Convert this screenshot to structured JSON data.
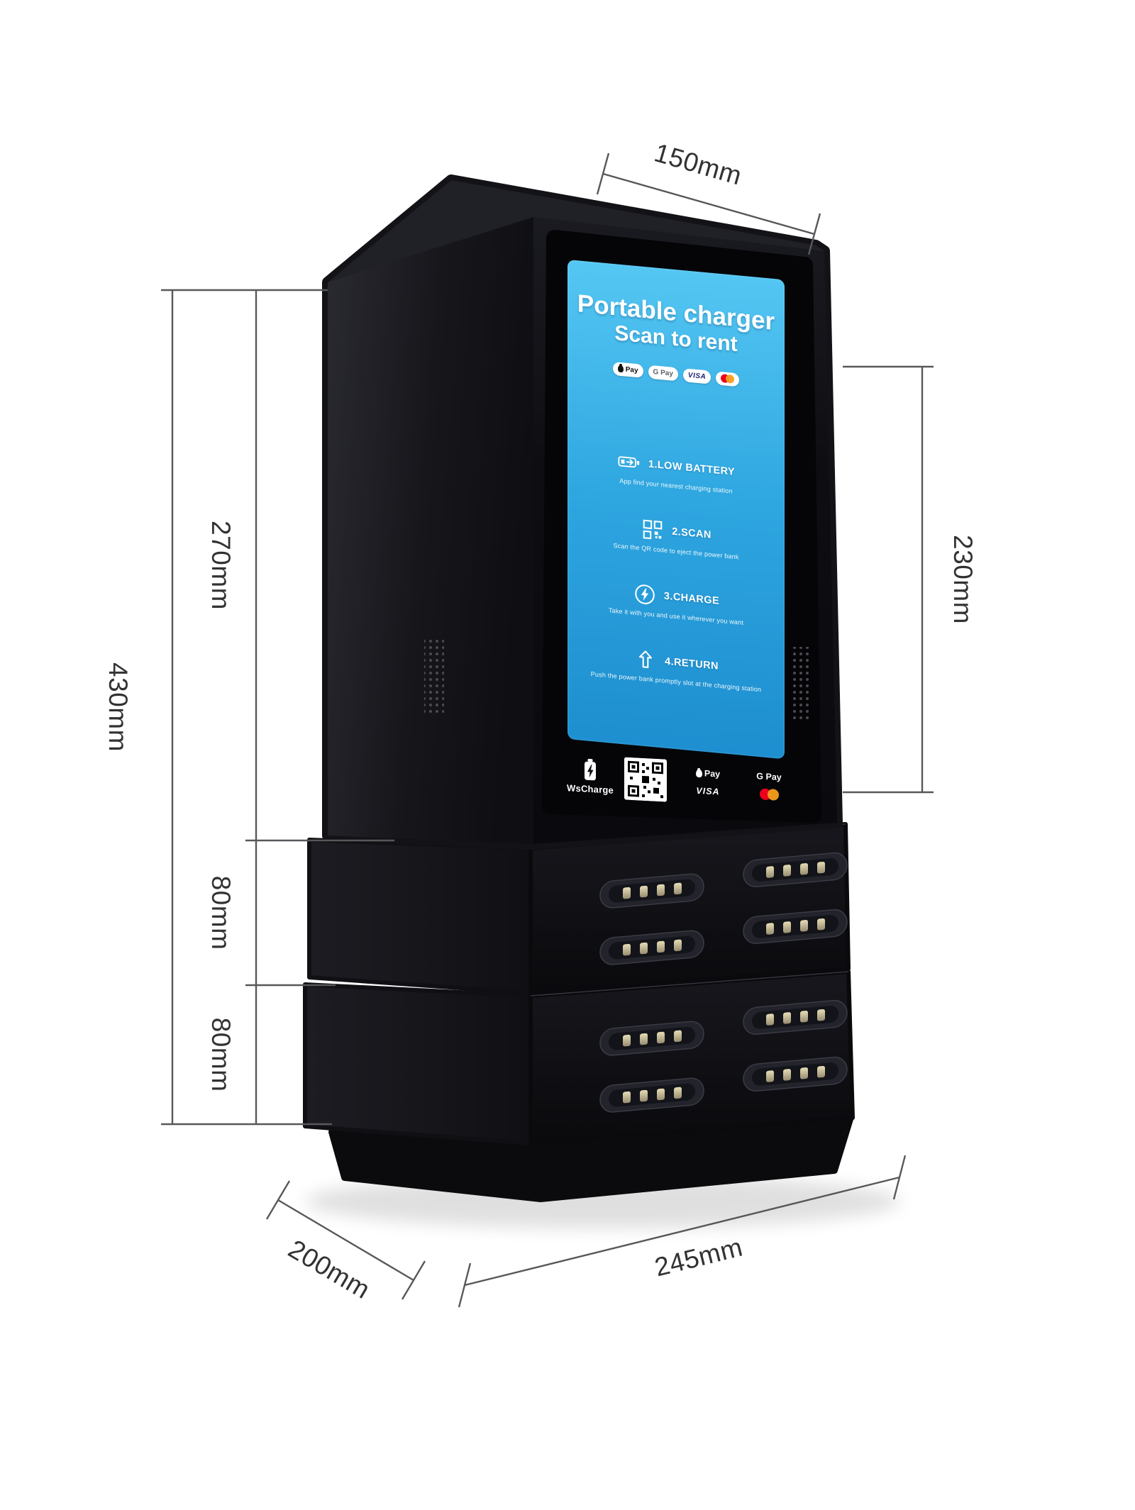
{
  "dimensions": {
    "top_width": "150mm",
    "screen_height_right": "230mm",
    "total_height": "430mm",
    "head_height": "270mm",
    "module1_height": "80mm",
    "module2_height": "80mm",
    "depth": "200mm",
    "base_width": "245mm"
  },
  "screen": {
    "title_line1": "Portable charger",
    "title_line2": "Scan to rent",
    "badges": [
      {
        "icon": "apple-pay-icon",
        "label": "Pay"
      },
      {
        "icon": "g-pay-icon",
        "label": "G Pay"
      },
      {
        "icon": "visa-icon",
        "label": "VISA"
      },
      {
        "icon": "mastercard-icon",
        "label": ""
      }
    ],
    "steps": [
      {
        "icon": "low-battery-icon",
        "label": "1.LOW BATTERY",
        "caption": "App find your nearest charging station"
      },
      {
        "icon": "scan-qr-icon",
        "label": "2.SCAN",
        "caption": "Scan the QR code to eject the power bank"
      },
      {
        "icon": "charge-bolt-icon",
        "label": "3.CHARGE",
        "caption": "Take it with you and use it wherever you want"
      },
      {
        "icon": "return-arrow-icon",
        "label": "4.RETURN",
        "caption": "Push the power bank promptly slot at the charging station"
      }
    ]
  },
  "panel": {
    "brand": "WsCharge",
    "qr_icon": "qr-code",
    "apple_pay": "Pay",
    "g_pay": "G Pay",
    "visa": "VISA",
    "mastercard_icon": "mastercard-icon"
  },
  "colors": {
    "screen_blue_top": "#55c7f3",
    "screen_blue_bottom": "#1d8ecf",
    "machine_black": "#0d0d10",
    "visa_blue": "#1a1f71",
    "mastercard_red": "#eb001b",
    "mastercard_orange": "#f79e1b",
    "dimension_line": "#57585a"
  }
}
